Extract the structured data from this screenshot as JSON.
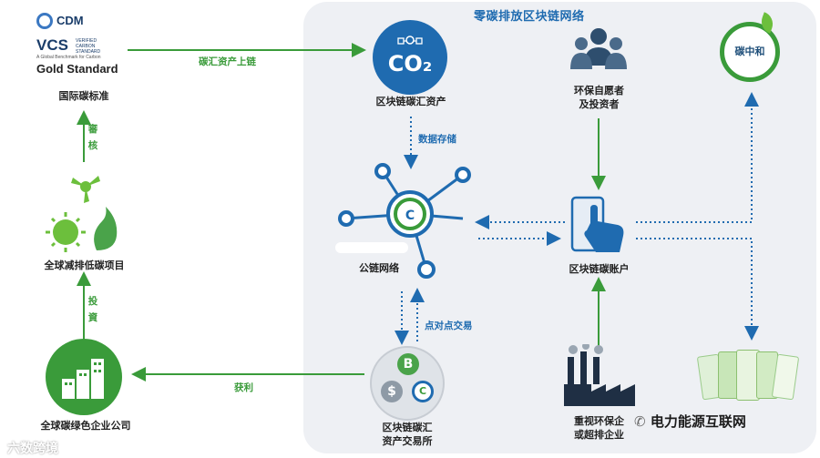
{
  "title": "零碳排放区块链网络",
  "nodes": {
    "intl_standard": "国际碳标准",
    "blockchain_asset": "区块链碳汇资产",
    "co2_badge": "CO₂",
    "volunteers_line1": "环保自愿者",
    "volunteers_line2": "及投资者",
    "carbon_neutral": "碳中和",
    "public_chain": "公链网络",
    "global_projects": "全球减排低碳项目",
    "blockchain_account": "区块链碳账户",
    "exchange_line1": "区块链碳汇",
    "exchange_line2": "资产交易所",
    "enterprise_line1": "重视环保企",
    "enterprise_line2": "或超排企业",
    "green_company": "全球碳绿色企业公司"
  },
  "standards": {
    "cdm": "CDM",
    "vcs": "VCS",
    "vcs_sub": "VERIFIED CARBON STANDARD",
    "vcs_tag": "A Global Benchmark for Carbon",
    "gold": "Gold Standard"
  },
  "edges": {
    "carbon_sink_onchain": "碳汇资产上链",
    "data_storage": "数据存储",
    "p2p_trade": "点对点交易",
    "profit": "获利",
    "review_1": "審",
    "review_2": "核",
    "invest_1": "投",
    "invest_2": "資"
  },
  "watermark": "电力能源互联网",
  "watermark_left": "六数跨境",
  "colors": {
    "green": "#3a9b3a",
    "blue": "#1f6bb0",
    "panel": "#eef0f4"
  }
}
